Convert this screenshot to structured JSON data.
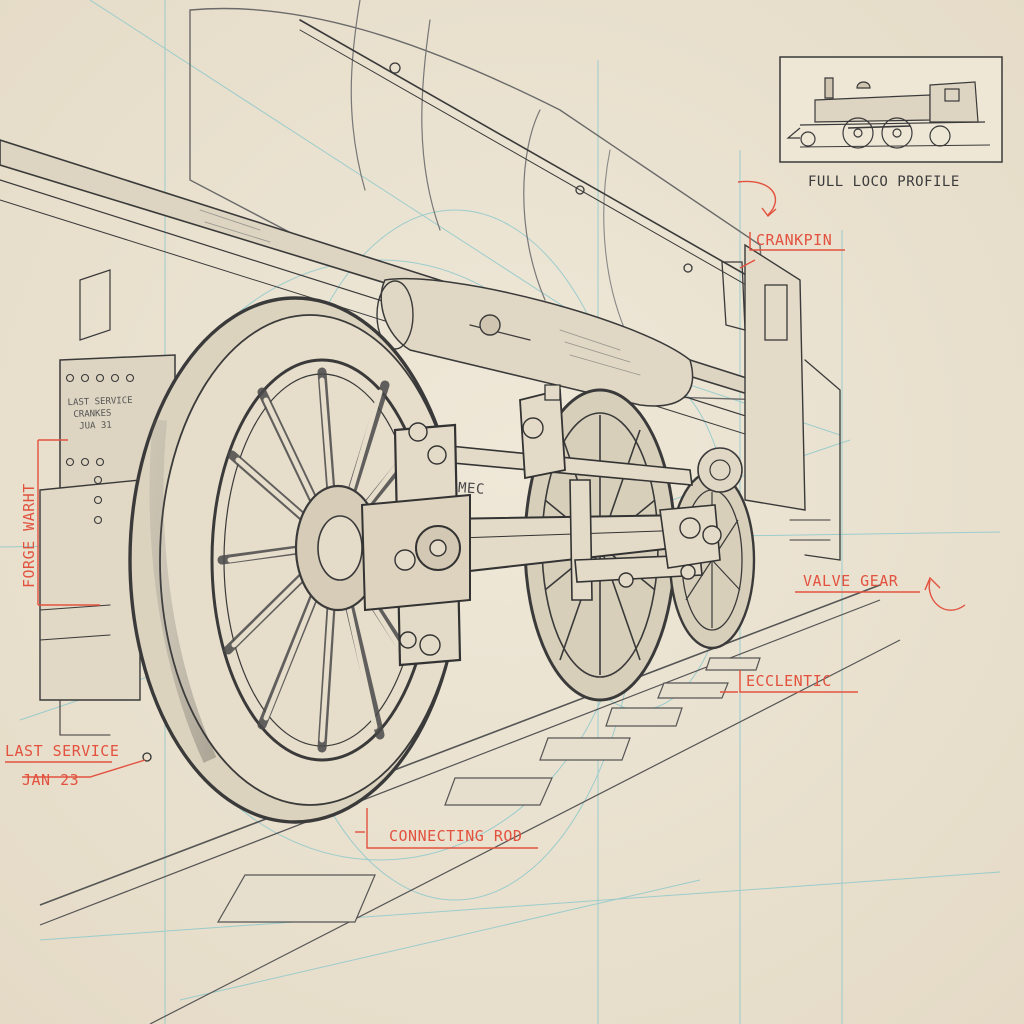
{
  "colors": {
    "paper": "#ece4d3",
    "pencil": "#3a3a3a",
    "pencil_light": "#8a8a8a",
    "annotation_red": "#e2523f",
    "construction_blue": "#8ec9cc"
  },
  "inset": {
    "caption": "FULL LOCO PROFILE"
  },
  "plate": {
    "text": "LAST SERVICE\n CRANKES\n  JUA 31"
  },
  "labels": {
    "crankpin": "CRANKPIN",
    "valve_gear": "VALVE GEAR",
    "ecclentic": "ECCLENTIC",
    "connecting_rod": "CONNECTING ROD",
    "last_service": "LAST SERVICE",
    "jan_23": "JAN 23",
    "forge_weight": "FORGE WARHT"
  },
  "rod_marking": "MEC"
}
